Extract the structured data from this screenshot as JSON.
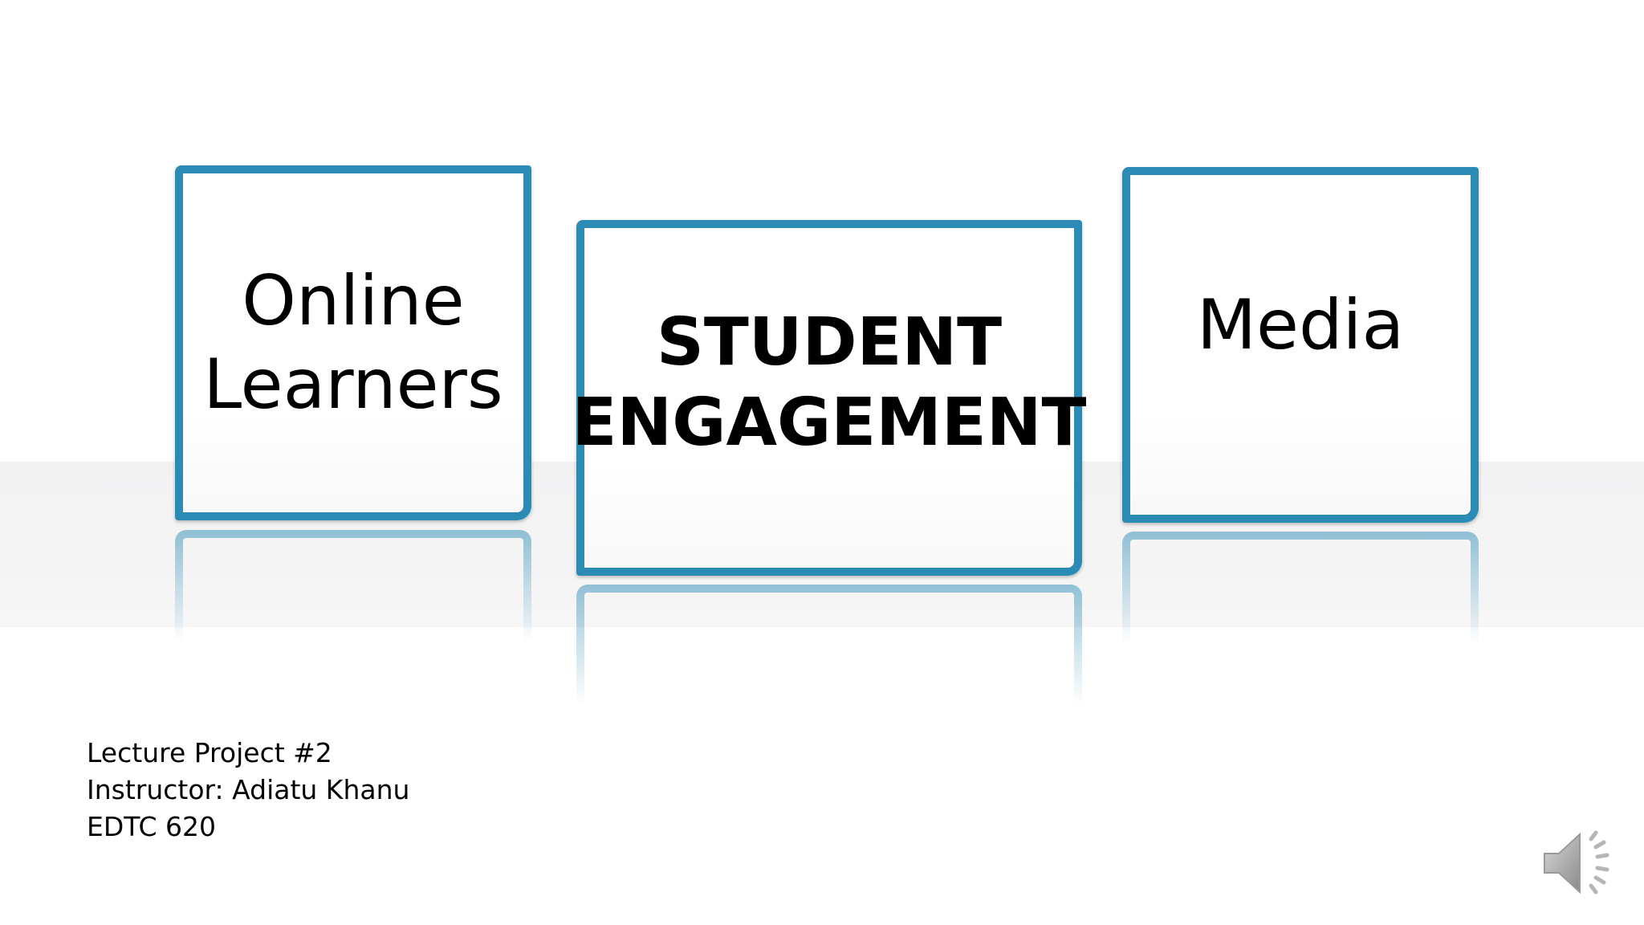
{
  "slide": {
    "cards": {
      "left": "Online\nLearners",
      "center": "STUDENT\nENGAGEMENT",
      "right": "Media"
    },
    "info": {
      "line1": "Lecture Project #2",
      "line2": "Instructor: Adiatu Khanu",
      "line3": "EDTC 620"
    },
    "icons": {
      "audio": "speaker-icon"
    },
    "colors": {
      "card_border": "#2b8bb5",
      "floor_band": "#f3f3f4",
      "text": "#000000"
    }
  }
}
